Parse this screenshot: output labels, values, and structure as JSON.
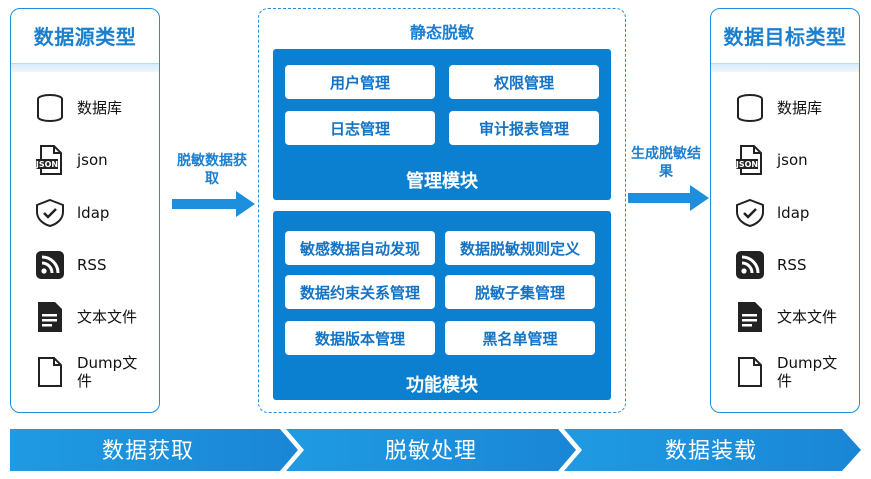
{
  "source_panel": {
    "title": "数据源类型",
    "items": [
      {
        "icon": "database-icon",
        "label": "数据库"
      },
      {
        "icon": "json-file-icon",
        "label": "json"
      },
      {
        "icon": "shield-check-icon",
        "label": "ldap"
      },
      {
        "icon": "rss-icon",
        "label": "RSS"
      },
      {
        "icon": "text-file-icon",
        "label": "文本文件"
      },
      {
        "icon": "dump-file-icon",
        "label": "Dump文件"
      }
    ]
  },
  "target_panel": {
    "title": "数据目标类型",
    "items": [
      {
        "icon": "database-icon",
        "label": "数据库"
      },
      {
        "icon": "json-file-icon",
        "label": "json"
      },
      {
        "icon": "shield-check-icon",
        "label": "ldap"
      },
      {
        "icon": "rss-icon",
        "label": "RSS"
      },
      {
        "icon": "text-file-icon",
        "label": "文本文件"
      },
      {
        "icon": "dump-file-icon",
        "label": "Dump文件"
      }
    ]
  },
  "center": {
    "title": "静态脱敏",
    "management_module": {
      "label": "管理模块",
      "items": [
        "用户管理",
        "权限管理",
        "日志管理",
        "审计报表管理"
      ]
    },
    "function_module": {
      "label": "功能模块",
      "items": [
        "敏感数据自动发现",
        "数据脱敏规则定义",
        "数据约束关系管理",
        "脱敏子集管理",
        "数据版本管理",
        "黑名单管理"
      ]
    }
  },
  "flows": {
    "left_arrow_label": "脱敏数据获取",
    "right_arrow_label": "生成脱敏结果"
  },
  "stages": [
    "数据获取",
    "脱敏处理",
    "数据装载"
  ],
  "colors": {
    "accent": "#1b7fd0",
    "module_fill": "#0b80d0",
    "arrow": "#1e8fdc",
    "bottom_band": "#1aa0e4"
  }
}
